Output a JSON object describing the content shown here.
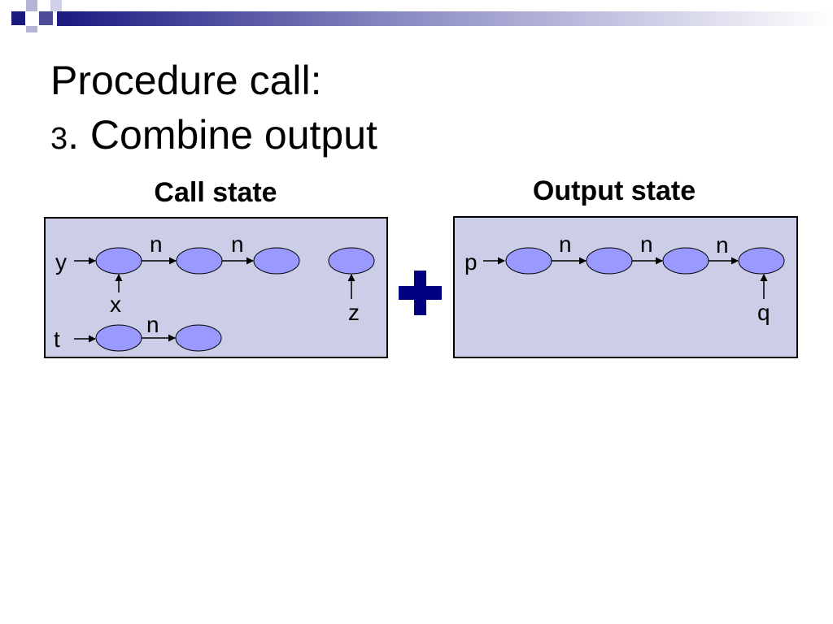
{
  "title": {
    "line1": "Procedure call:",
    "line2_prefix": "3",
    "line2_rest": ". Combine output"
  },
  "call_state": {
    "label": "Call state",
    "variables": {
      "y": "y",
      "x": "x",
      "t": "t",
      "z": "z"
    },
    "edge_label": "n"
  },
  "output_state": {
    "label": "Output state",
    "variables": {
      "p": "p",
      "q": "q"
    },
    "edge_label": "n"
  },
  "operator": "plus",
  "colors": {
    "box_fill": "#cccde6",
    "node_fill": "#9999ff",
    "plus": "#000080",
    "header_dark": "#1a1a80"
  }
}
